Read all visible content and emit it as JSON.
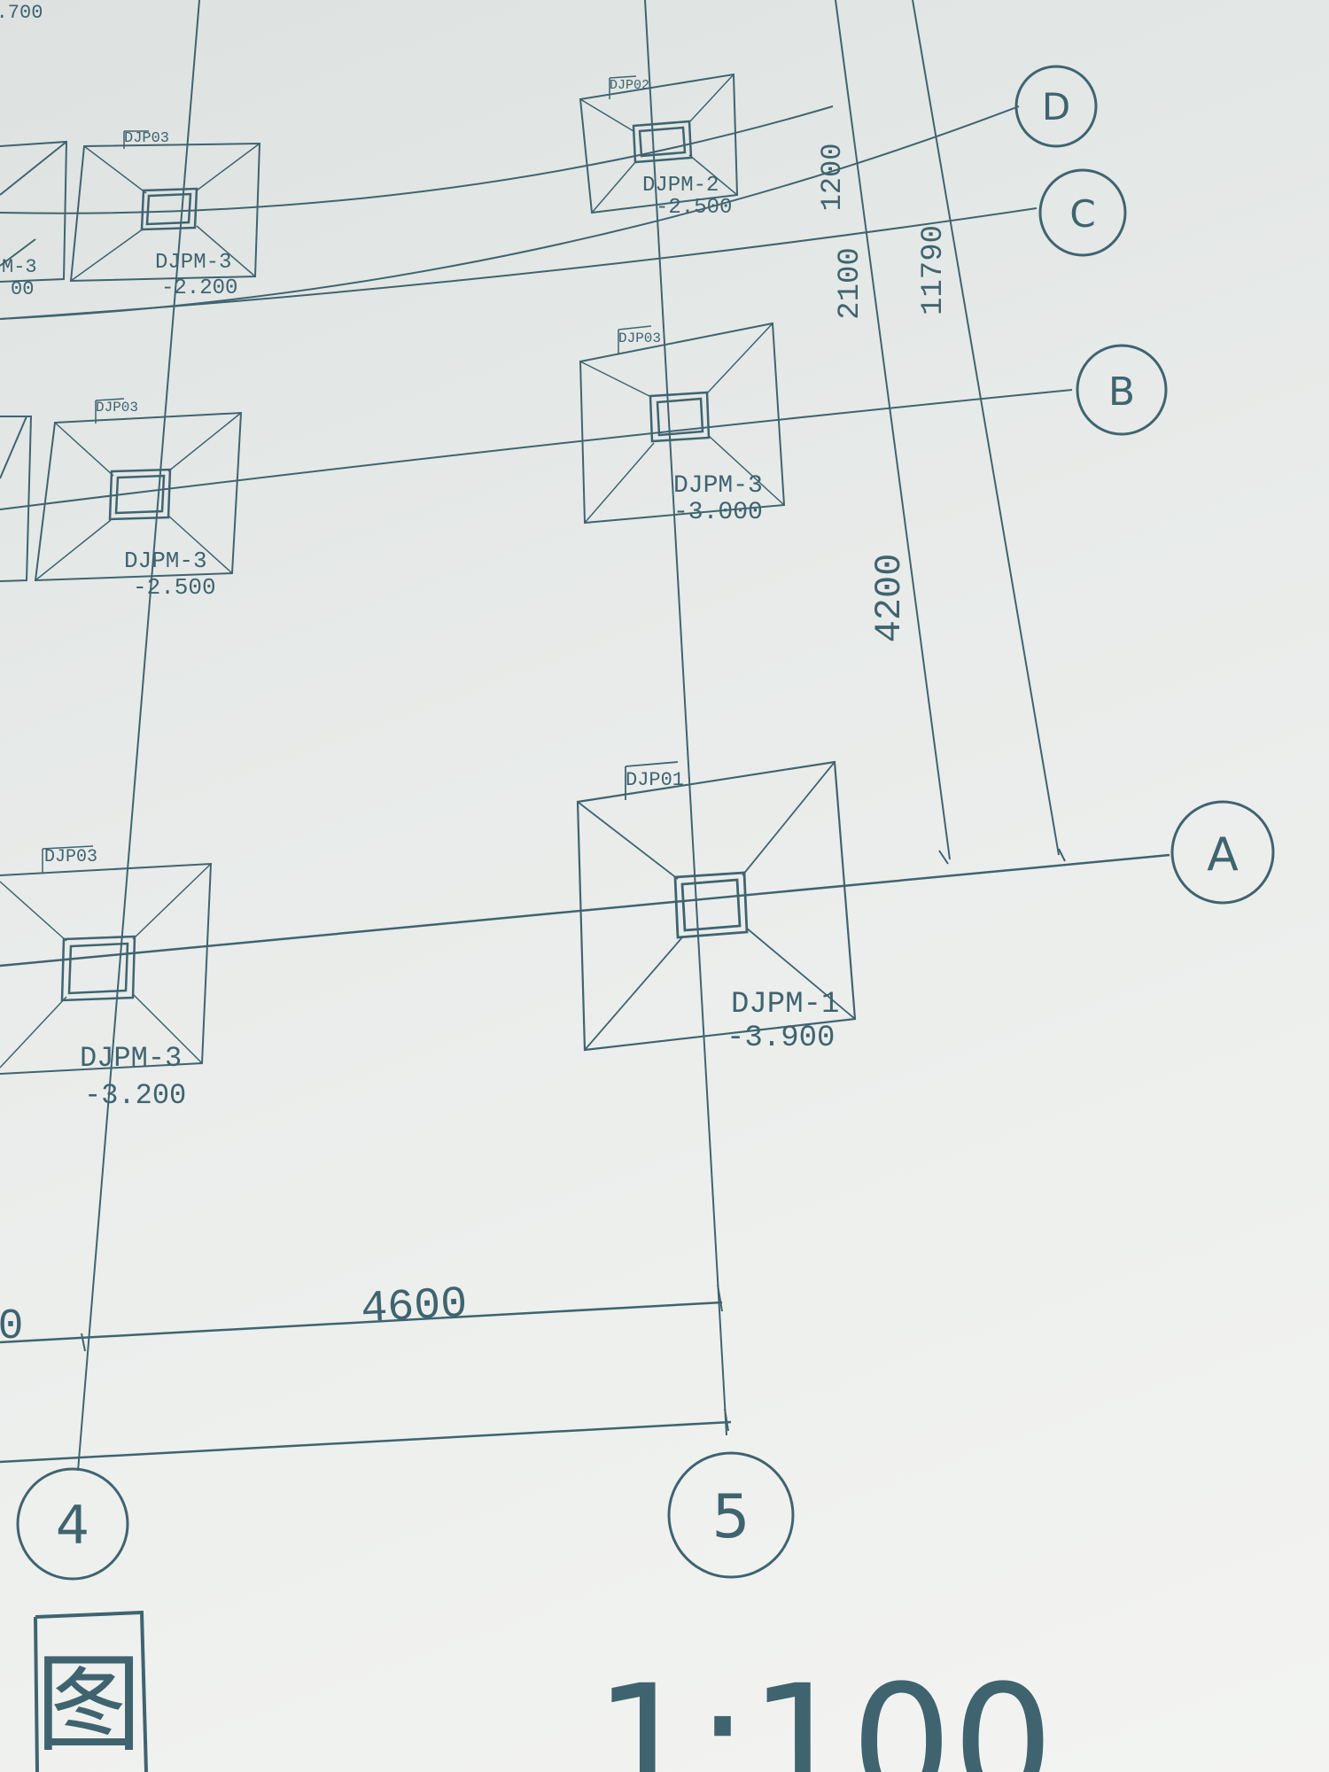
{
  "drawing": {
    "top_left_elevation": ".700",
    "axes": {
      "row_D": "D",
      "row_C": "C",
      "row_B": "B",
      "row_A": "A",
      "col_4": "4",
      "col_5": "5"
    },
    "dimensions": {
      "dim_1200": "1200",
      "dim_2100": "2100",
      "dim_11790": "11790",
      "dim_4200": "4200",
      "dim_4600": "4600",
      "dim_left_cut": "0"
    },
    "footings": [
      {
        "tag": "DJP03",
        "type": "DJPM-3",
        "elev": "-2.200"
      },
      {
        "tag": "DJP02",
        "type": "DJPM-2",
        "elev": "-2.500"
      },
      {
        "tag": "DJP03",
        "type": "DJPM-3",
        "elev": "-2.500"
      },
      {
        "tag": "DJP03",
        "type": "DJPM-3",
        "elev": "-3.000"
      },
      {
        "tag": "DJP01",
        "type": "DJPM-1",
        "elev": "-3.900"
      },
      {
        "tag": "DJP03",
        "type": "DJPM-3",
        "elev": "-3.200"
      }
    ],
    "left_cut_labels": {
      "a": "00",
      "b": "M-3"
    },
    "title_char": "图",
    "scale": "1:100"
  }
}
